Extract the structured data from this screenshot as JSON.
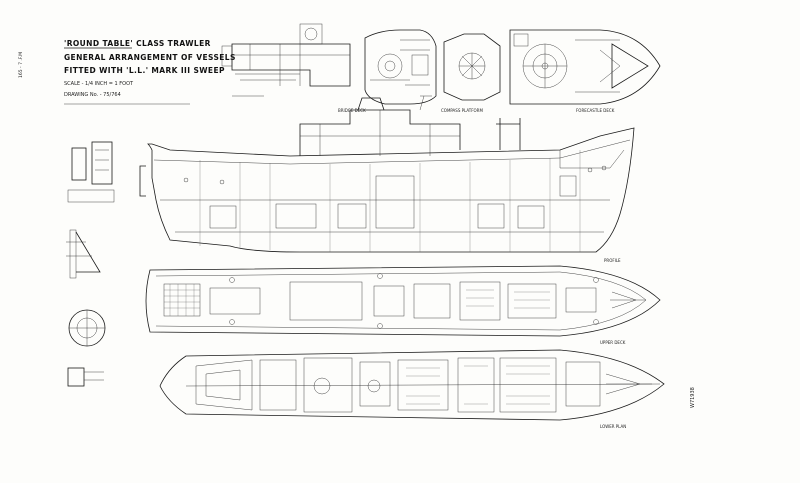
{
  "drawing": {
    "title_line1": "'ROUND TABLE' CLASS TRAWLER",
    "title_line2": "GENERAL ARRANGEMENT OF VESSELS",
    "title_line3": "FITTED WITH 'L.L.' MARK III SWEEP",
    "scale": "SCALE - 1/4 INCH = 1 FOOT",
    "drawing_no": "DRAWING No. - 75/764"
  },
  "views": {
    "bridge_deck": "BRIDGE DECK",
    "compass_platform": "COMPASS PLATFORM",
    "forecastle_deck": "FORECASTLE DECK",
    "profile": "PROFILE",
    "upper_deck": "UPPER DECK",
    "lower_plan": "LOWER PLAN"
  },
  "margin_labels": {
    "left_vertical": "165 - 7 .F.M",
    "right_vertical": "W71938"
  },
  "colors": {
    "ink": "#1a1a1a",
    "paper": "#fdfdfb"
  }
}
